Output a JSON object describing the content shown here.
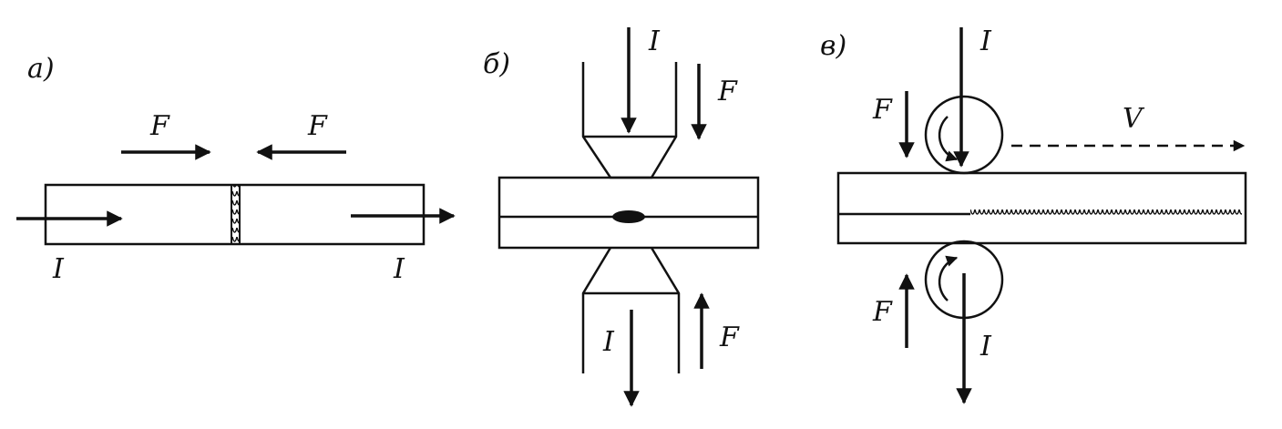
{
  "panels": {
    "a": {
      "label": "а)",
      "force": "F",
      "current": "I"
    },
    "b": {
      "label": "б)",
      "force": "F",
      "current": "I"
    },
    "c": {
      "label": "в)",
      "force": "F",
      "current": "I",
      "velocity": "V"
    }
  },
  "colors": {
    "ink": "#111111",
    "background": "#ffffff"
  }
}
